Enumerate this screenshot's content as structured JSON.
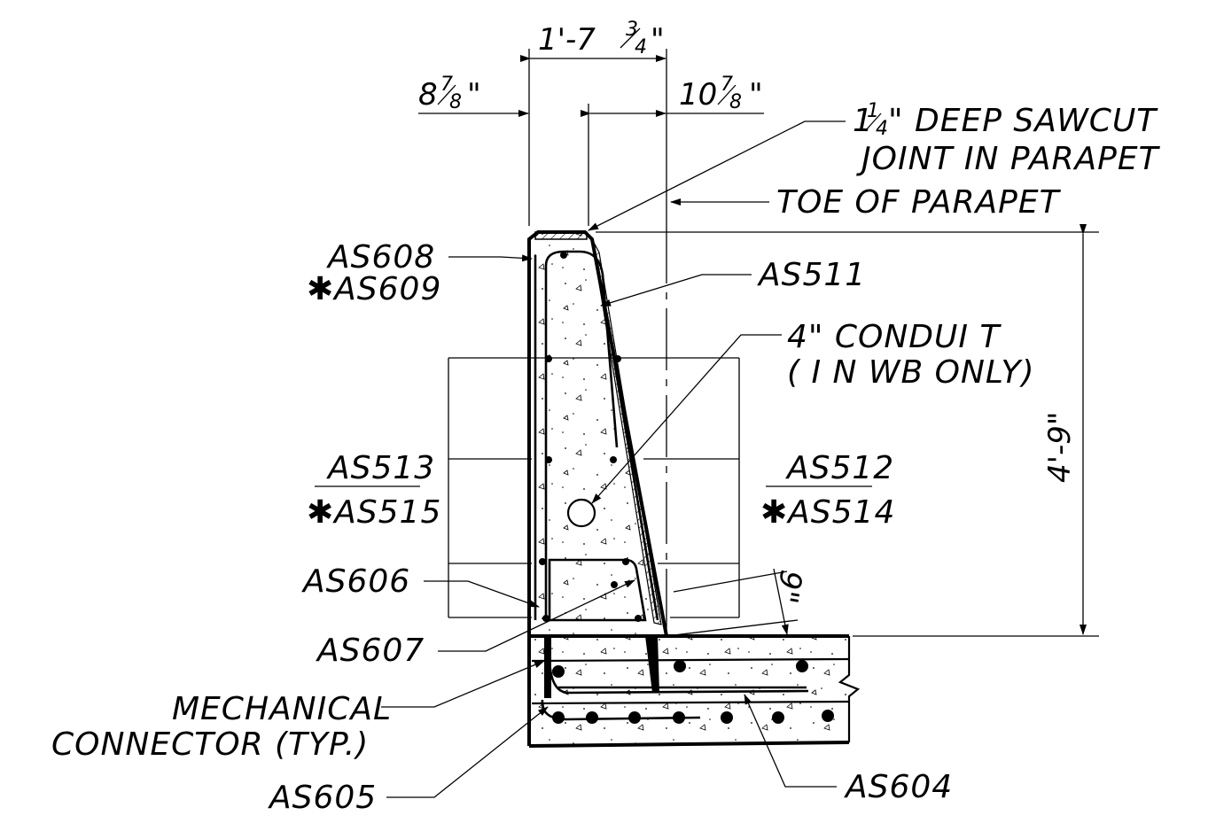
{
  "dimensions": {
    "top_width": {
      "feet": "1'-7",
      "frac_num": "3",
      "frac_den": "4",
      "inch_mark": "\""
    },
    "left_offset": {
      "whole": "8",
      "frac_num": "7",
      "frac_den": "8",
      "inch_mark": "\""
    },
    "right_offset": {
      "whole": "10",
      "frac_num": "7",
      "frac_den": "8",
      "inch_mark": "\""
    },
    "height": "4'-9\"",
    "slab_thickness": "9\""
  },
  "callouts": {
    "sawcut_prefix": "1",
    "sawcut_frac_num": "1",
    "sawcut_frac_den": "4",
    "sawcut_line1": "\" DEEP SAWCUT",
    "sawcut_line2": "JOINT IN PARAPET",
    "toe": "TOE OF PARAPET",
    "conduit_line1": "4\"  CONDUI T",
    "conduit_line2": "( I N  WB  ONLY)",
    "mechanical_line1": "MECHANICAL",
    "mechanical_line2": "CONNECTOR (TYP.)"
  },
  "bar_marks": {
    "as608": "AS608",
    "as609": "✱AS609",
    "as511": "AS511",
    "as513": "AS513",
    "as515": "✱AS515",
    "as512": "AS512",
    "as514": "✱AS514",
    "as606": "AS606",
    "as607": "AS607",
    "as605": "AS605",
    "as604": "AS604"
  }
}
